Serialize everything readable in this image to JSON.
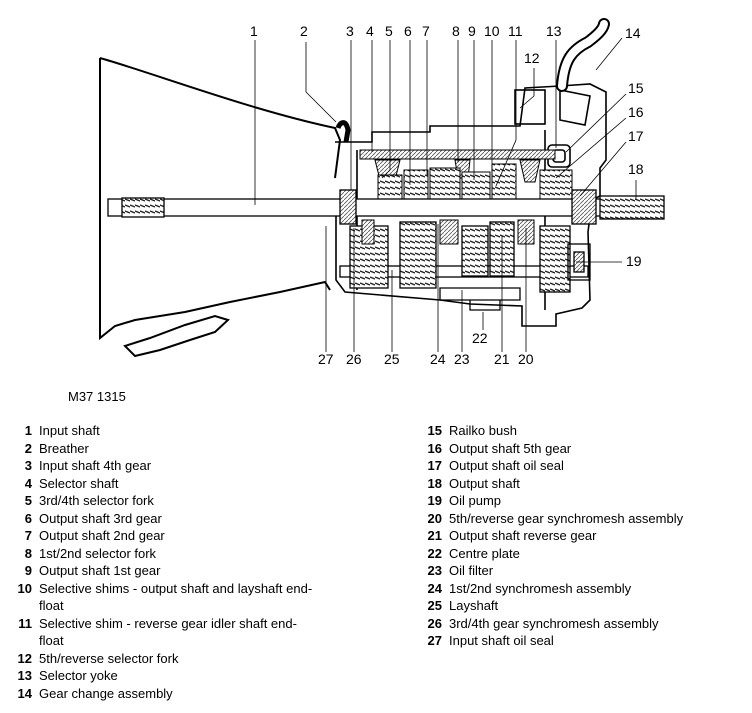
{
  "figure": {
    "callouts": [
      "1",
      "2",
      "3",
      "4",
      "5",
      "6",
      "7",
      "8",
      "9",
      "10",
      "11",
      "12",
      "13",
      "14",
      "15",
      "16",
      "17",
      "18",
      "19",
      "20",
      "21",
      "22",
      "23",
      "24",
      "25",
      "26",
      "27"
    ],
    "reference": "M37 1315"
  },
  "legend": {
    "left": [
      {
        "num": "1",
        "text": "Input shaft"
      },
      {
        "num": "2",
        "text": "Breather"
      },
      {
        "num": "3",
        "text": "Input shaft 4th gear"
      },
      {
        "num": "4",
        "text": "Selector shaft"
      },
      {
        "num": "5",
        "text": "3rd/4th selector fork"
      },
      {
        "num": "6",
        "text": "Output shaft 3rd gear"
      },
      {
        "num": "7",
        "text": "Output shaft 2nd gear"
      },
      {
        "num": "8",
        "text": "1st/2nd selector fork"
      },
      {
        "num": "9",
        "text": "Output shaft 1st gear"
      },
      {
        "num": "10",
        "text": "Selective shims - output shaft and layshaft end-"
      },
      {
        "num": "",
        "text": "float"
      },
      {
        "num": "11",
        "text": "Selective shim - reverse gear idler shaft end-"
      },
      {
        "num": "",
        "text": "float"
      },
      {
        "num": "12",
        "text": "5th/reverse selector fork"
      },
      {
        "num": "13",
        "text": "Selector yoke"
      },
      {
        "num": "14",
        "text": "Gear change assembly"
      }
    ],
    "right": [
      {
        "num": "15",
        "text": "Railko bush"
      },
      {
        "num": "16",
        "text": "Output shaft 5th gear"
      },
      {
        "num": "17",
        "text": "Output shaft oil seal"
      },
      {
        "num": "18",
        "text": "Output shaft"
      },
      {
        "num": "19",
        "text": "Oil pump"
      },
      {
        "num": "20",
        "text": "5th/reverse gear synchromesh assembly"
      },
      {
        "num": "21",
        "text": "Output shaft reverse gear"
      },
      {
        "num": "22",
        "text": "Centre plate"
      },
      {
        "num": "23",
        "text": "Oil filter"
      },
      {
        "num": "24",
        "text": "1st/2nd synchromesh assembly"
      },
      {
        "num": "25",
        "text": "Layshaft"
      },
      {
        "num": "26",
        "text": "3rd/4th gear synchromesh assembly"
      },
      {
        "num": "27",
        "text": "Input shaft oil seal"
      }
    ]
  }
}
